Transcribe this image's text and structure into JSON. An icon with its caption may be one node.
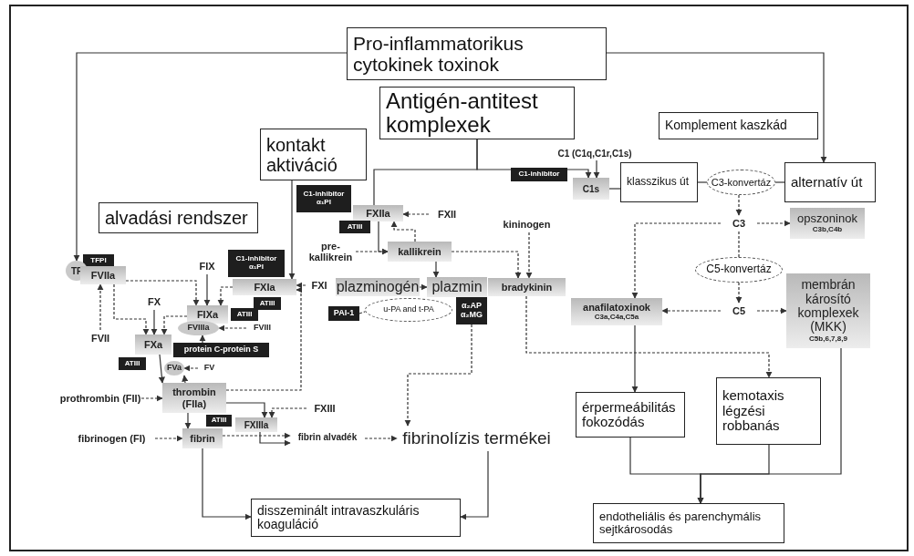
{
  "diagram": {
    "nodes": [
      {
        "text": [
          "Pro-inflammatorikus cytokinek toxinok"
        ]
      },
      {
        "text": [
          "Antigén-antitest komplexek"
        ]
      },
      {
        "text": [
          "kontakt aktiváció"
        ]
      },
      {
        "text": [
          "Komplement kaszkád"
        ]
      },
      {
        "text": [
          "alvadási rendszer"
        ]
      },
      {
        "text": [
          "C1 (C1q,C1r,C1s)"
        ]
      },
      {
        "text": [
          "C1-inhibitor"
        ]
      },
      {
        "text": [
          "C1s"
        ]
      },
      {
        "text": [
          "klasszikus út"
        ]
      },
      {
        "text": [
          "C3-konvertáz"
        ]
      },
      {
        "text": [
          "alternatív út"
        ]
      },
      {
        "text": [
          "C1-inhibitor α₁PI"
        ]
      },
      {
        "text": [
          "FXIIa"
        ]
      },
      {
        "text": [
          "ATIII"
        ]
      },
      {
        "text": [
          "FXII"
        ]
      },
      {
        "text": [
          "pre-kallikrein"
        ]
      },
      {
        "text": [
          "kallikrein"
        ]
      },
      {
        "text": [
          "kininogen"
        ]
      },
      {
        "text": [
          "bradykinin"
        ]
      },
      {
        "text": [
          "C3"
        ]
      },
      {
        "text": [
          "opszoninok",
          "C3b,C4b"
        ]
      },
      {
        "text": [
          "C5-konvertáz"
        ]
      },
      {
        "text": [
          "C5"
        ]
      },
      {
        "text": [
          "anafilatoxinok",
          "C3a,C4a,C5a"
        ]
      },
      {
        "text": [
          "membrán károsító komplexek (MKK)",
          "C5b,6,7,8,9"
        ]
      },
      {
        "text": [
          "TFPI"
        ]
      },
      {
        "text": [
          "TF"
        ]
      },
      {
        "text": [
          "FVIIa"
        ]
      },
      {
        "text": [
          "FVII"
        ]
      },
      {
        "text": [
          "FIX"
        ]
      },
      {
        "text": [
          "C1-inhibitor α₁PI"
        ]
      },
      {
        "text": [
          "FXIa"
        ]
      },
      {
        "text": [
          "ATIII"
        ]
      },
      {
        "text": [
          "FXI"
        ]
      },
      {
        "text": [
          "FX"
        ]
      },
      {
        "text": [
          "FIXa"
        ]
      },
      {
        "text": [
          "ATIII"
        ]
      },
      {
        "text": [
          "FVIIIa"
        ]
      },
      {
        "text": [
          "FVIII"
        ]
      },
      {
        "text": [
          "protein C-protein S"
        ]
      },
      {
        "text": [
          "FXa"
        ]
      },
      {
        "text": [
          "FVa"
        ]
      },
      {
        "text": [
          "FV"
        ]
      },
      {
        "text": [
          "ATIII"
        ]
      },
      {
        "text": [
          "prothrombin (FII)"
        ]
      },
      {
        "text": [
          "thrombin (FIIa)"
        ]
      },
      {
        "text": [
          "ATIII"
        ]
      },
      {
        "text": [
          "FXIIIa"
        ]
      },
      {
        "text": [
          "FXIII"
        ]
      },
      {
        "text": [
          "fibrinogen (FI)"
        ]
      },
      {
        "text": [
          "fibrin"
        ]
      },
      {
        "text": [
          "fibrin alvadék"
        ]
      },
      {
        "text": [
          "plazminogén"
        ]
      },
      {
        "text": [
          "plazmin"
        ]
      },
      {
        "text": [
          "u-PA and t-PA"
        ]
      },
      {
        "text": [
          "PAI-1"
        ]
      },
      {
        "text": [
          "α₂AP α₂MG"
        ]
      },
      {
        "text": [
          "fibrinolízis termékei"
        ]
      },
      {
        "text": [
          "disszeminált intravaszkuláris koaguláció"
        ]
      },
      {
        "text": [
          "érpermeábilitás fokozódás"
        ]
      },
      {
        "text": [
          "kemotaxis légzési robbanás"
        ]
      },
      {
        "text": [
          "endotheliális és parenchymális sejtkárosodás"
        ]
      }
    ],
    "edges": [
      {
        "from": 0,
        "to": 26,
        "arrow": "to"
      },
      {
        "from": 0,
        "to": 10,
        "arrow": "to"
      },
      {
        "from": 1,
        "to": 7,
        "arrow": "to"
      },
      {
        "from": 1,
        "to": 12,
        "arrow": "none"
      },
      {
        "from": 5,
        "to": 7,
        "arrow": "to"
      },
      {
        "from": 7,
        "to": 8,
        "arrow": "none"
      },
      {
        "from": 8,
        "to": 9,
        "arrow": "none"
      },
      {
        "from": 10,
        "to": 9,
        "arrow": "none"
      },
      {
        "from": 9,
        "to": 19,
        "arrow": "to",
        "style": "dashed"
      },
      {
        "from": 19,
        "to": 20,
        "arrow": "to",
        "style": "dashed"
      },
      {
        "from": 19,
        "to": 21,
        "arrow": "none",
        "style": "dashed"
      },
      {
        "from": 21,
        "to": 22,
        "arrow": "to",
        "style": "dashed"
      },
      {
        "from": 19,
        "to": 23,
        "arrow": "to",
        "style": "dashed"
      },
      {
        "from": 22,
        "to": 23,
        "arrow": "to",
        "style": "dashed"
      },
      {
        "from": 22,
        "to": 24,
        "arrow": "to",
        "style": "dashed"
      },
      {
        "from": 2,
        "to": 31,
        "arrow": "to"
      },
      {
        "from": 14,
        "to": 12,
        "arrow": "to",
        "style": "dashed"
      },
      {
        "from": 12,
        "to": 16,
        "arrow": "to"
      },
      {
        "from": 15,
        "to": 16,
        "arrow": "to",
        "style": "dashed"
      },
      {
        "from": 16,
        "to": 12,
        "arrow": "to",
        "style": "dashed"
      },
      {
        "from": 16,
        "to": 18,
        "arrow": "to",
        "style": "dashed"
      },
      {
        "from": 17,
        "to": 18,
        "arrow": "to",
        "style": "dashed"
      },
      {
        "from": 16,
        "to": 53,
        "arrow": "to"
      },
      {
        "from": 52,
        "to": 53,
        "arrow": "to",
        "style": "dashed"
      },
      {
        "from": 55,
        "to": 54,
        "arrow": "none",
        "style": "dashed"
      },
      {
        "from": 56,
        "to": 57,
        "arrow": "to",
        "style": "dashed"
      },
      {
        "from": 18,
        "to": 60,
        "arrow": "to",
        "style": "dashed"
      },
      {
        "from": 23,
        "to": 59,
        "arrow": "to"
      },
      {
        "from": 59,
        "to": 61,
        "arrow": "to"
      },
      {
        "from": 60,
        "to": 61,
        "arrow": "to"
      },
      {
        "from": 24,
        "to": 61,
        "arrow": "to"
      },
      {
        "from": 28,
        "to": 27,
        "arrow": "to",
        "style": "dashed"
      },
      {
        "from": 27,
        "to": 35,
        "arrow": "to",
        "style": "dashed"
      },
      {
        "from": 27,
        "to": 40,
        "arrow": "to",
        "style": "dashed"
      },
      {
        "from": 29,
        "to": 35,
        "arrow": "to"
      },
      {
        "from": 31,
        "to": 35,
        "arrow": "to",
        "style": "dashed"
      },
      {
        "from": 33,
        "to": 31,
        "arrow": "to",
        "style": "dashed"
      },
      {
        "from": 34,
        "to": 40,
        "arrow": "to"
      },
      {
        "from": 35,
        "to": 40,
        "arrow": "to",
        "style": "dashed"
      },
      {
        "from": 38,
        "to": 37,
        "arrow": "to",
        "style": "dashed"
      },
      {
        "from": 39,
        "to": 37,
        "arrow": "to"
      },
      {
        "from": 42,
        "to": 41,
        "arrow": "to",
        "style": "dashed"
      },
      {
        "from": 45,
        "to": 41,
        "arrow": "to",
        "style": "dashed"
      },
      {
        "from": 45,
        "to": 31,
        "arrow": "to",
        "style": "dashed"
      },
      {
        "from": 40,
        "to": 45,
        "arrow": "to"
      },
      {
        "from": 44,
        "to": 45,
        "arrow": "to",
        "style": "dashed"
      },
      {
        "from": 45,
        "to": 47,
        "arrow": "to"
      },
      {
        "from": 48,
        "to": 47,
        "arrow": "to",
        "style": "dashed"
      },
      {
        "from": 45,
        "to": 50,
        "arrow": "to"
      },
      {
        "from": 49,
        "to": 50,
        "arrow": "to",
        "style": "dashed"
      },
      {
        "from": 50,
        "to": 51,
        "arrow": "to",
        "style": "dashed"
      },
      {
        "from": 47,
        "to": 51,
        "arrow": "to"
      },
      {
        "from": 51,
        "to": 57,
        "arrow": "to",
        "style": "dashed"
      },
      {
        "from": 50,
        "to": 58,
        "arrow": "to"
      },
      {
        "from": 57,
        "to": 58,
        "arrow": "to"
      }
    ]
  }
}
